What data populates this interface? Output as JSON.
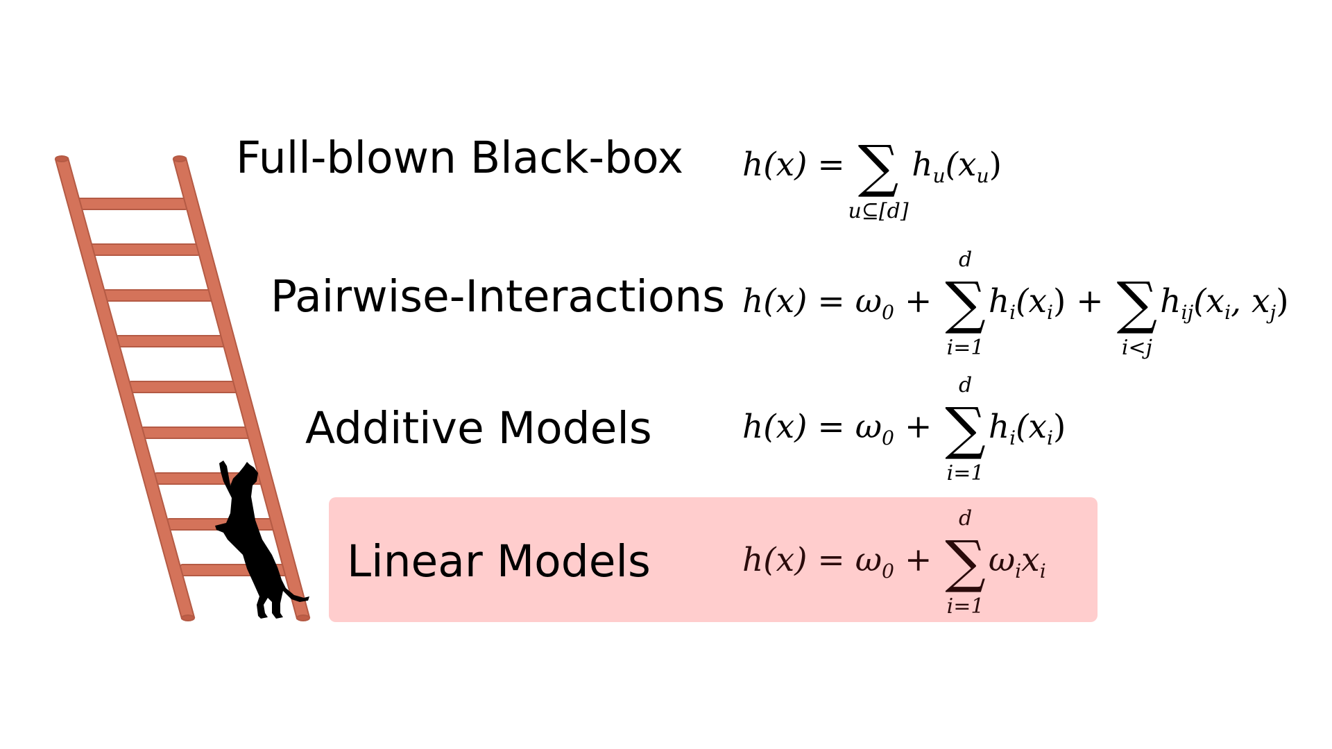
{
  "ladder": {
    "color": "#d4735a",
    "highlight_color": "#ffcdcd",
    "levels": [
      {
        "label": "Full-blown Black-box",
        "formula": {
          "lhs": "h(x) =",
          "sum_sub": "u⊆[d]",
          "term": "h",
          "term_sub": "u",
          "term_arg": "(x",
          "term_arg_sub": "u",
          "term_close": ")"
        }
      },
      {
        "label": "Pairwise-Interactions",
        "formula": {
          "lhs": "h(x) = ω",
          "lhs_sub": "0",
          "plus1": "+",
          "sum1_sup": "d",
          "sum1_sub": "i=1",
          "term1": "h",
          "term1_sub": "i",
          "term1_arg": "(x",
          "term1_arg_sub": "i",
          "term1_close": ")",
          "plus2": "+",
          "sum2_sub": "i<j",
          "term2": "h",
          "term2_sub": "ij",
          "term2_arg": "(x",
          "term2_arg_sub": "i",
          "term2_mid": ", x",
          "term2_mid_sub": "j",
          "term2_close": ")"
        }
      },
      {
        "label": "Additive Models",
        "formula": {
          "lhs": "h(x) = ω",
          "lhs_sub": "0",
          "plus": "+",
          "sum_sup": "d",
          "sum_sub": "i=1",
          "term": "h",
          "term_sub": "i",
          "term_arg": "(x",
          "term_arg_sub": "i",
          "term_close": ")"
        }
      },
      {
        "label": "Linear Models",
        "highlighted": true,
        "formula": {
          "lhs": "h(x) = ω",
          "lhs_sub": "0",
          "plus": "+",
          "sum_sup": "d",
          "sum_sub": "i=1",
          "term": "ω",
          "term_sub": "i",
          "term2": "x",
          "term2_sub": "i"
        }
      }
    ]
  }
}
